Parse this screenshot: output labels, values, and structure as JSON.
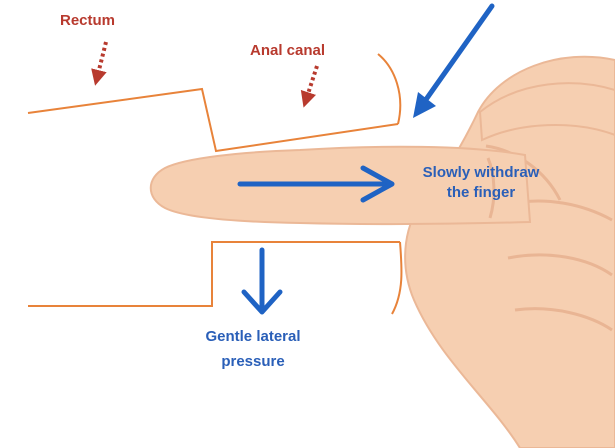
{
  "labels": {
    "rectum": "Rectum",
    "anal_canal": "Anal canal",
    "withdraw_line1": "Slowly withdraw",
    "withdraw_line2": "the finger",
    "pressure_line1": "Gentle lateral",
    "pressure_line2": "pressure"
  },
  "colors": {
    "outline": "#e8833a",
    "label_red": "#b83a2e",
    "arrow_red": "#b83a2e",
    "arrow_blue": "#1f63c4",
    "label_blue": "#2a5fb8",
    "skin": "#f6cfb1",
    "skin_shadow": "#e9b594",
    "skin_edge": "#ebb897"
  }
}
